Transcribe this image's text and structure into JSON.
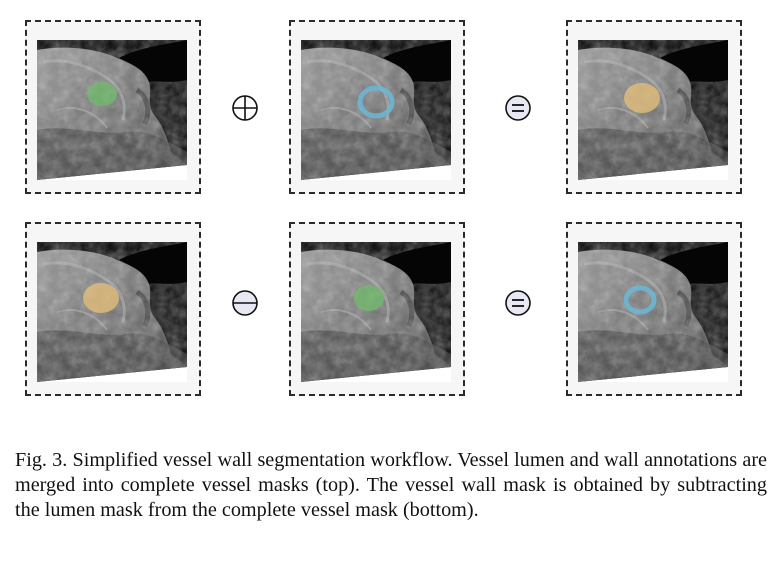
{
  "caption": {
    "text": "Fig. 3.  Simplified vessel wall segmentation workflow. Vessel lumen and wall annotations are merged into complete vessel masks (top). The vessel wall mask is obtained by subtracting the lumen mask from the complete vessel mask (bottom)."
  },
  "rows": [
    {
      "name": "top",
      "panels": [
        {
          "mask": "lumen",
          "color": "#6fc06a"
        },
        {
          "mask": "wall",
          "color": "#6bb8d6"
        },
        {
          "mask": "vessel",
          "color": "#e8c078"
        }
      ],
      "operators": [
        {
          "symbol": "⊕",
          "kind": "plus"
        },
        {
          "symbol": "=",
          "kind": "equals"
        }
      ]
    },
    {
      "name": "bottom",
      "panels": [
        {
          "mask": "vessel",
          "color": "#e8c078"
        },
        {
          "mask": "lumen",
          "color": "#6fc06a"
        },
        {
          "mask": "wall",
          "color": "#6bb8d6"
        }
      ],
      "operators": [
        {
          "symbol": "⊖",
          "kind": "minus"
        },
        {
          "symbol": "=",
          "kind": "equals"
        }
      ]
    }
  ]
}
